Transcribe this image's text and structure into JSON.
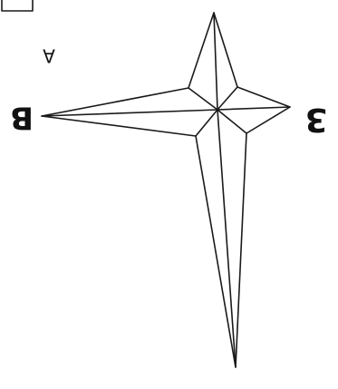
{
  "labels": {
    "left": "B",
    "right": "3",
    "upper_left": "A"
  }
}
